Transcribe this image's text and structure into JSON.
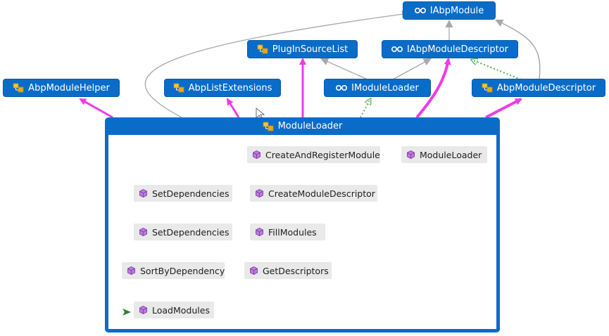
{
  "colors": {
    "node_fill": "#0a6cc9",
    "call_edge": "#f03ae8",
    "inherit_edge": "#a8a8a8",
    "implements_edge": "#4ab54a",
    "member_bg": "#e9e9e9",
    "entry_arrow": "#2e7d32"
  },
  "interfaces": {
    "iabp_module": {
      "label": "IAbpModule",
      "icon": "interface-icon"
    },
    "iabp_module_descriptor": {
      "label": "IAbpModuleDescriptor",
      "icon": "interface-icon"
    },
    "imodule_loader": {
      "label": "IModuleLoader",
      "icon": "interface-icon"
    }
  },
  "classes": {
    "plugin_source_list": {
      "label": "PlugInSourceList",
      "icon": "class-icon"
    },
    "abp_module_helper": {
      "label": "AbpModuleHelper",
      "icon": "class-icon"
    },
    "abp_list_extensions": {
      "label": "AbpListExtensions",
      "icon": "class-icon"
    },
    "abp_module_descriptor": {
      "label": "AbpModuleDescriptor",
      "icon": "class-icon"
    }
  },
  "container": {
    "label": "ModuleLoader",
    "icon": "class-icon"
  },
  "members": {
    "create_and_register_module": "CreateAndRegisterModule",
    "module_loader_ctor": "ModuleLoader",
    "set_dependencies_1": "SetDependencies",
    "create_module_descriptor": "CreateModuleDescriptor",
    "set_dependencies_2": "SetDependencies",
    "fill_modules": "FillModules",
    "sort_by_dependency": "SortByDependency",
    "get_descriptors": "GetDescriptors",
    "load_modules": "LoadModules"
  },
  "member_icon": "method-icon",
  "entry_marker_icon": "entry-point-icon"
}
